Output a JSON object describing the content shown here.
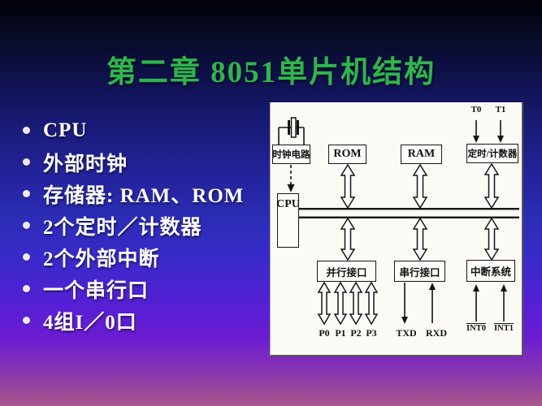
{
  "slide": {
    "title": "第二章 8051单片机结构",
    "title_style": "color:#2fb54c",
    "title_color": "#2fb54c",
    "bullet_text_color": "#ffffff",
    "background_top": "#020207",
    "background_bottom": "#aa5a8c",
    "bullets": [
      "CPU",
      "外部时钟",
      "存储器: RAM、ROM",
      "2个定时／计数器",
      "2个外部中断",
      "一个串行口",
      "4组I／0口"
    ]
  },
  "diagram": {
    "boxes": {
      "clock": "时钟电路",
      "cpu": "CPU",
      "rom": "ROM",
      "ram": "RAM",
      "timer": "定时/计数器",
      "parallel_port": "并行接口",
      "serial_port": "串行接口",
      "interrupt": "中断系统"
    },
    "pins": {
      "t0": "T0",
      "t1": "T1",
      "p0": "P0",
      "p1": "P1",
      "p2": "P2",
      "p3": "P3",
      "txd": "TXD",
      "rxd": "RXD",
      "int0": "INT0",
      "int1": "INT1"
    }
  }
}
